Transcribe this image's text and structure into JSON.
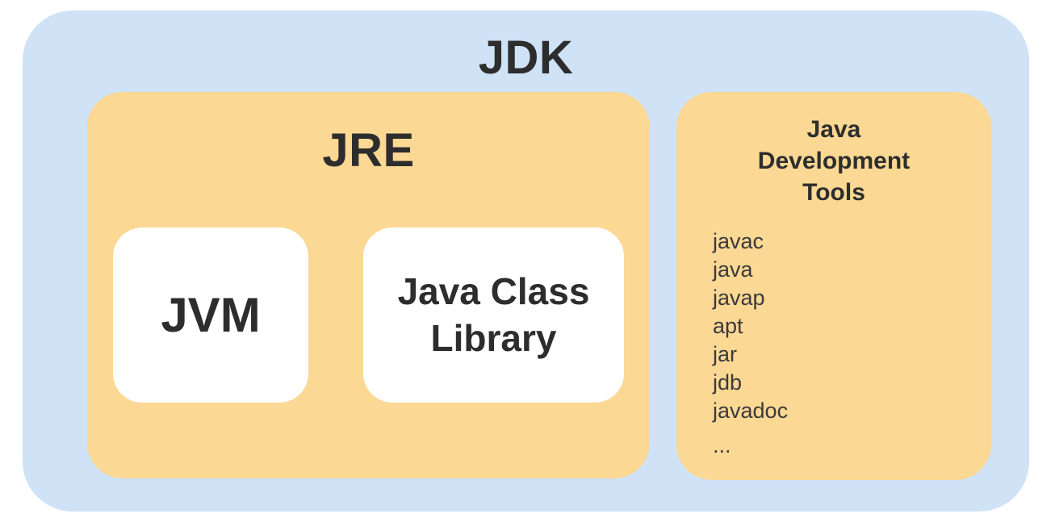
{
  "colors": {
    "outer-bg": "#CFE2F6",
    "panel-bg": "#FBD894",
    "box-bg": "#FFFFFF",
    "title-text": "#2D2D2D",
    "list-text": "#3A3A3A"
  },
  "jdk": {
    "title": "JDK",
    "jre": {
      "title": "JRE",
      "boxes": [
        {
          "label": "JVM"
        },
        {
          "label": "Java Class Library"
        }
      ]
    },
    "tools": {
      "title": "Java Development Tools",
      "items": [
        "javac",
        "java",
        "javap",
        "apt",
        "jar",
        "jdb",
        "javadoc",
        "..."
      ]
    }
  }
}
